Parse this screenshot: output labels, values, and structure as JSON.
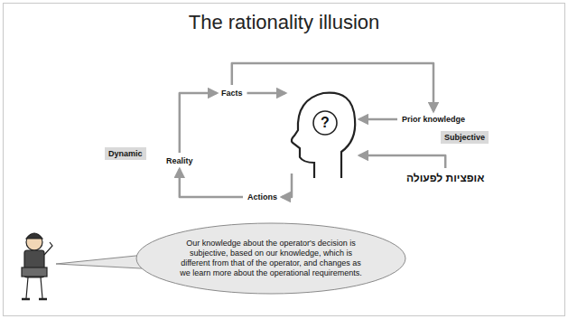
{
  "diagram": {
    "title": "The rationality illusion",
    "nodes": [
      {
        "text": [
          "Facts"
        ]
      },
      {
        "text": [
          "Prior knowledge"
        ]
      },
      {
        "text": [
          "?"
        ]
      },
      {
        "text": [
          "Subjective"
        ]
      },
      {
        "text": [
          "Reality"
        ]
      },
      {
        "text": [
          "Dynamic"
        ]
      },
      {
        "text": [
          "Actions"
        ]
      },
      {
        "text": [
          "אופציות לפעולה"
        ]
      },
      {
        "text": [
          "Our knowledge about the operator's decision is subjective, based on our knowledge, which is different from that of the operator, and changes as we learn more about the operational requirements."
        ]
      }
    ],
    "edges": [
      {
        "from": 0,
        "to": 2,
        "arrow": "to"
      },
      {
        "from": 1,
        "to": 2,
        "arrow": "to"
      },
      {
        "from": 7,
        "to": 2,
        "arrow": "to"
      },
      {
        "from": 2,
        "to": 6,
        "arrow": "to"
      },
      {
        "from": 6,
        "to": 4,
        "arrow": "to"
      },
      {
        "from": 4,
        "to": 0,
        "arrow": "to"
      },
      {
        "from": 0,
        "to": 1,
        "arrow": "to"
      }
    ]
  }
}
